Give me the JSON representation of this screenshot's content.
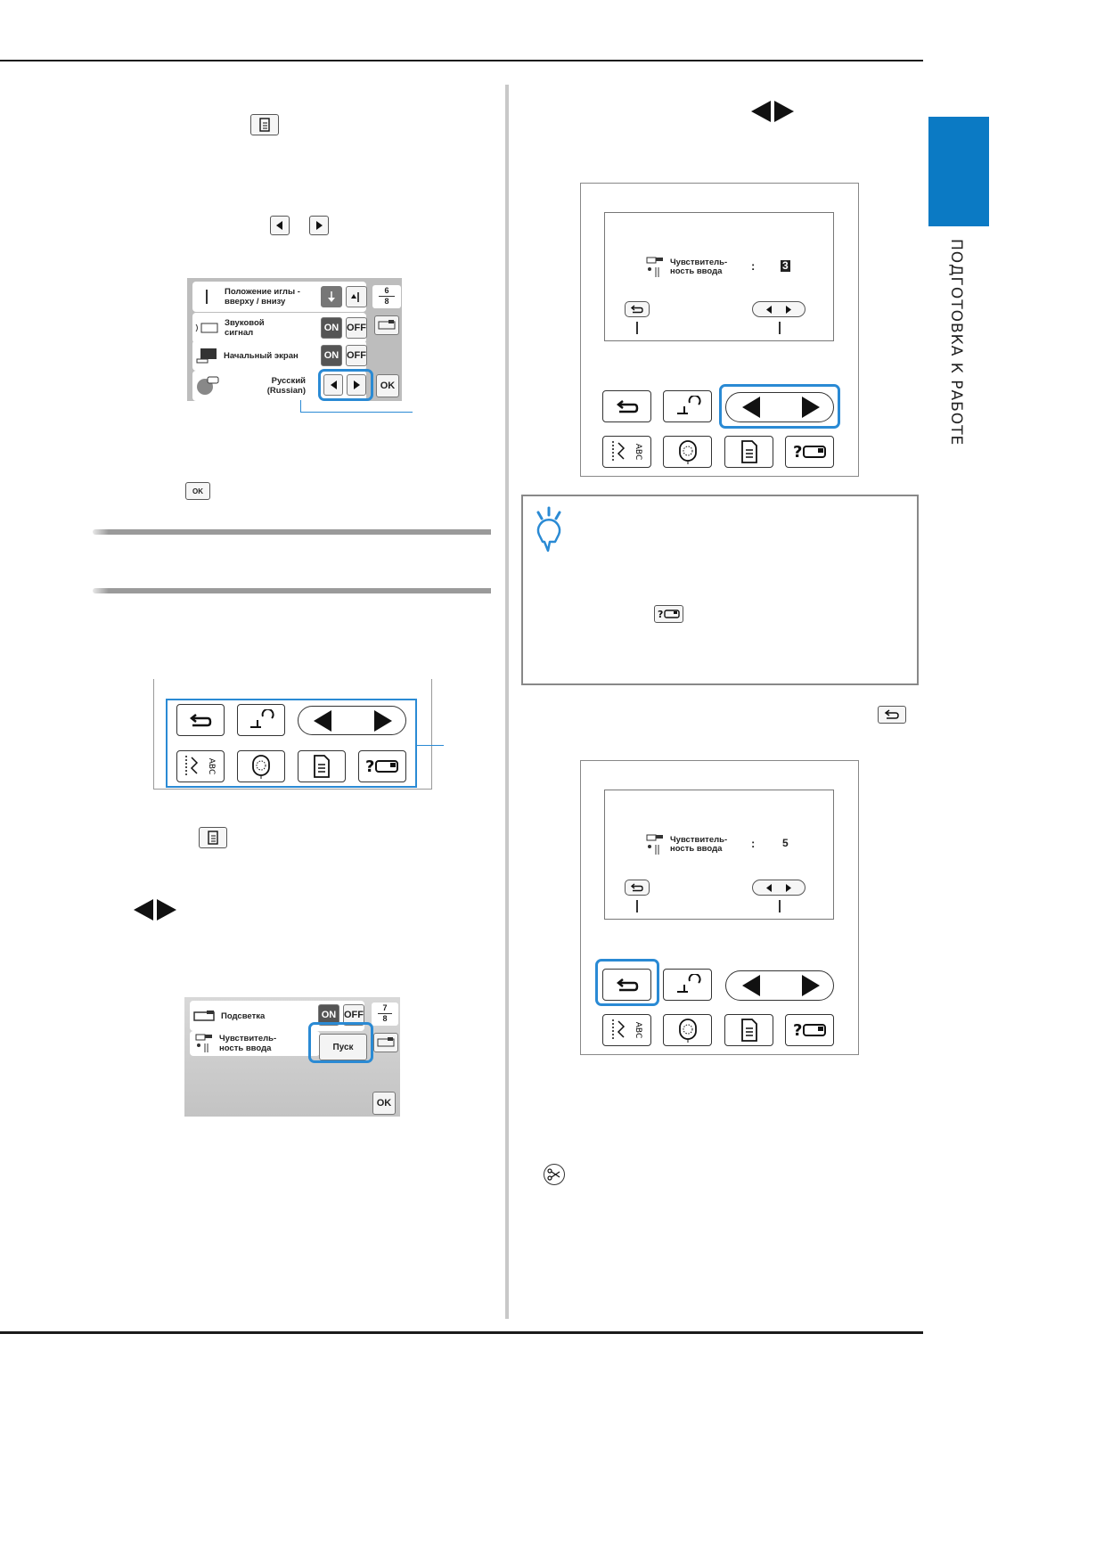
{
  "side_tab": {
    "label": "ПОДГОТОВКА К РАБОТЕ",
    "color": "#0b7ac4"
  },
  "accent_color": "#2a8ad4",
  "settings_screen_1": {
    "rows": [
      {
        "label": "Положение иглы -\nвверху / внизу"
      },
      {
        "label": "Звуковой\nсигнал",
        "on": "ON",
        "off": "OFF"
      },
      {
        "label": "Начальный экран",
        "on": "ON",
        "off": "OFF"
      },
      {
        "label": "Русский\n(Russian)"
      }
    ],
    "page_indicator": {
      "current": "6",
      "total": "8"
    },
    "ok_label": "OK"
  },
  "ok_inline_label": "OK",
  "settings_screen_2": {
    "rows": [
      {
        "label": "Подсветка",
        "on": "ON",
        "off": "OFF"
      },
      {
        "label": "Чувствитель-\nность ввода",
        "button": "Пуск"
      }
    ],
    "page_indicator": {
      "current": "7",
      "total": "8"
    },
    "ok_label": "OK"
  },
  "sensitivity_screen_1": {
    "label": "Чувствитель-\nность ввода",
    "colon": ":",
    "value": "3"
  },
  "sensitivity_screen_2": {
    "label": "Чувствитель-\nность ввода",
    "colon": ":",
    "value": "5"
  },
  "button_panel_icons": [
    "back-icon",
    "presser-foot-rotate-icon",
    "left-arrow-icon",
    "right-arrow-icon",
    "utility-stitch-icon",
    "embroidery-icon",
    "settings-icon",
    "help-icon"
  ]
}
